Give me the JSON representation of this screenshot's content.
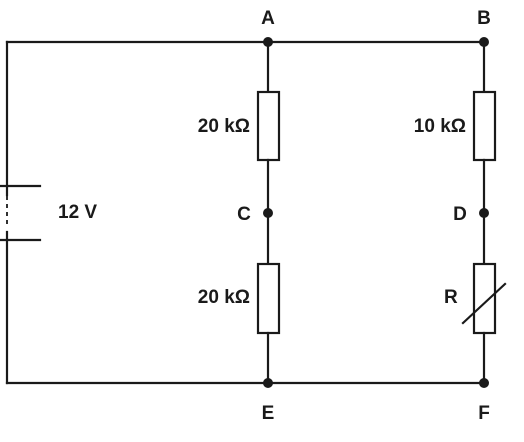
{
  "nodes": {
    "a": "A",
    "b": "B",
    "c": "C",
    "d": "D",
    "e": "E",
    "f": "F"
  },
  "battery": {
    "label": "12 V"
  },
  "resistors": {
    "r_ac": "20 kΩ",
    "r_ce": "20 kΩ",
    "r_bd": "10 kΩ",
    "thermistor": "R"
  },
  "colors": {
    "ink": "#1a1a1a",
    "background": "#ffffff"
  }
}
